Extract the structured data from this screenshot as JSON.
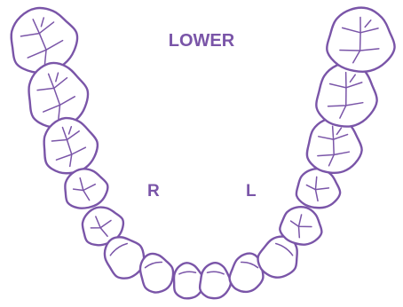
{
  "diagram": {
    "title": "LOWER",
    "right_side_label": "R",
    "left_side_label": "L"
  },
  "colors": {
    "outline": "#7a55a8",
    "text": "#7a55a8",
    "background": "#ffffff"
  },
  "teeth": [
    {
      "name": "tooth-right-third-molar",
      "kind": "molar"
    },
    {
      "name": "tooth-right-second-molar",
      "kind": "molar"
    },
    {
      "name": "tooth-right-first-molar",
      "kind": "molar"
    },
    {
      "name": "tooth-right-second-premolar",
      "kind": "premolar"
    },
    {
      "name": "tooth-right-first-premolar",
      "kind": "premolar"
    },
    {
      "name": "tooth-right-canine",
      "kind": "canine"
    },
    {
      "name": "tooth-right-lateral-incisor",
      "kind": "incisor"
    },
    {
      "name": "tooth-right-central-incisor",
      "kind": "incisor"
    },
    {
      "name": "tooth-left-central-incisor",
      "kind": "incisor"
    },
    {
      "name": "tooth-left-lateral-incisor",
      "kind": "incisor"
    },
    {
      "name": "tooth-left-canine",
      "kind": "canine"
    },
    {
      "name": "tooth-left-first-premolar",
      "kind": "premolar"
    },
    {
      "name": "tooth-left-second-premolar",
      "kind": "premolar"
    },
    {
      "name": "tooth-left-first-molar",
      "kind": "molar"
    },
    {
      "name": "tooth-left-second-molar",
      "kind": "molar"
    },
    {
      "name": "tooth-left-third-molar",
      "kind": "molar"
    }
  ]
}
